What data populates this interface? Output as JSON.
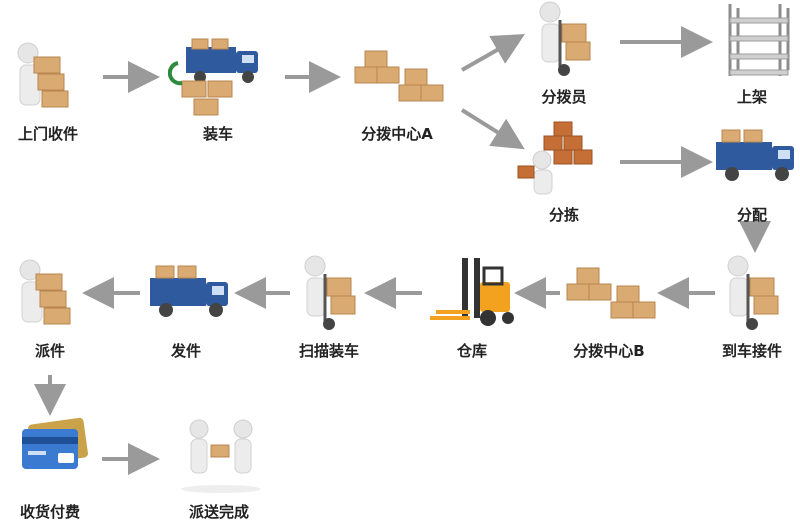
{
  "steps": {
    "pickup": "上门收件",
    "load_truck": "装车",
    "sort_center_a": "分拨中心A",
    "sorter": "分拨员",
    "shelve": "上架",
    "picking": "分拣",
    "distribute": "分配",
    "arrival": "到车接件",
    "sort_center_b": "分拨中心B",
    "warehouse": "仓库",
    "scan_load": "扫描装车",
    "dispatch": "发件",
    "delivery": "派件",
    "payment": "收货付费",
    "complete": "派送完成"
  },
  "icons": {
    "pickup": "person-carrying-boxes-icon",
    "load_truck": "truck-loading-icon",
    "sort_center_a": "box-stacks-icon",
    "sorter": "person-hand-truck-icon",
    "shelve": "shelving-rack-icon",
    "picking": "person-sorting-boxes-icon",
    "distribute": "delivery-truck-icon",
    "arrival": "person-hand-truck-icon",
    "sort_center_b": "box-stacks-icon",
    "warehouse": "forklift-icon",
    "scan_load": "person-hand-truck-icon",
    "dispatch": "delivery-truck-icon",
    "delivery": "person-carrying-boxes-icon",
    "payment": "credit-cards-icon",
    "complete": "handover-icon"
  },
  "colors": {
    "arrow": "#9a9a9a",
    "truck_cab": "#2f5a9e",
    "box": "#d9ab73",
    "box_dark": "#b9864f",
    "forklift": "#f2a21f"
  }
}
